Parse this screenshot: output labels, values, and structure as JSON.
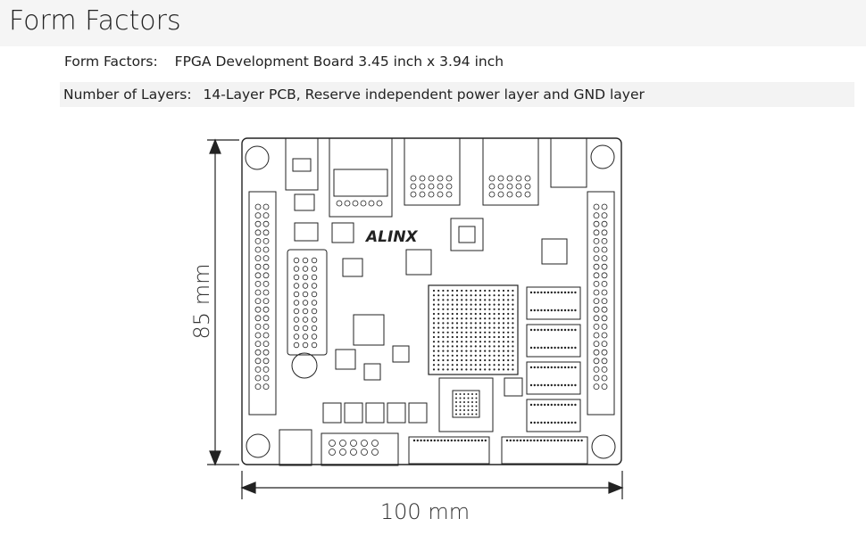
{
  "section": {
    "title": "Form Factors"
  },
  "specs": [
    {
      "label": "Form Factors:",
      "value": "FPGA Development Board 3.45 inch x 3.94 inch"
    },
    {
      "label": "Number of Layers:",
      "value": "14-Layer PCB, Reserve independent power layer and GND layer"
    }
  ],
  "board": {
    "logo": "ALINX",
    "height_label": "85 mm",
    "width_label": "100 mm"
  },
  "colors": {
    "line": "#222222",
    "background": "#ffffff",
    "band": "#f3f3f3"
  }
}
